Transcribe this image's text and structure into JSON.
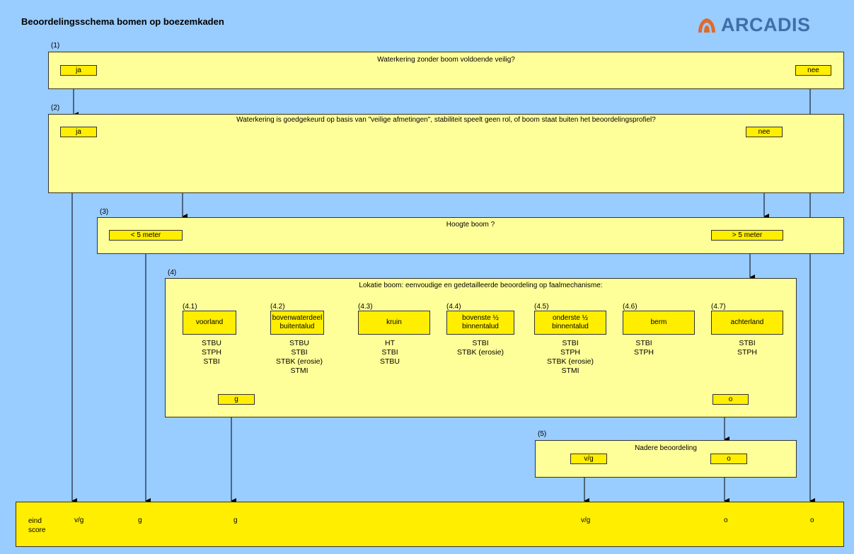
{
  "title": "Beoordelingsschema bomen op boezemkaden",
  "logo": {
    "text": "ARCADIS",
    "icon": "arcadis-logo-icon",
    "color": "#3e6fa8"
  },
  "colors": {
    "background": "#99ccff",
    "panel": "#ffff99",
    "tag": "#ffee00"
  },
  "step1": {
    "num": "(1)",
    "question": "Waterkering zonder boom voldoende veilig?",
    "yes": "ja",
    "no": "nee"
  },
  "step2": {
    "num": "(2)",
    "question": "Waterkering is goedgekeurd op basis van \"veilige afmetingen\", stabiliteit speelt geen rol, of boom staat buiten het beoordelingsprofiel?",
    "yes": "ja",
    "no": "nee"
  },
  "step3": {
    "num": "(3)",
    "question": "Hoogte boom ?",
    "low": "< 5 meter",
    "high": "> 5 meter"
  },
  "step4": {
    "num": "(4)",
    "question": "Lokatie boom: eenvoudige en gedetailleerde beoordeling op faalmechanisme:",
    "locations": [
      {
        "num": "(4.1)",
        "line1": "voorland",
        "line2": "",
        "codes": [
          "STBU",
          "STPH",
          "STBI"
        ]
      },
      {
        "num": "(4.2)",
        "line1": "bovenwaterdeel",
        "line2": "buitentalud",
        "codes": [
          "STBU",
          "STBI",
          "STBK (erosie)",
          "STMI"
        ]
      },
      {
        "num": "(4.3)",
        "line1": "kruin",
        "line2": "",
        "codes": [
          "HT",
          "STBI",
          "STBU"
        ]
      },
      {
        "num": "(4.4)",
        "line1": "bovenste ½",
        "line2": "binnentalud",
        "codes": [
          "STBI",
          "STBK (erosie)"
        ]
      },
      {
        "num": "(4.5)",
        "line1": "onderste ½",
        "line2": "binnentalud",
        "codes": [
          "STBI",
          "STPH",
          "STBK (erosie)",
          "STMI"
        ]
      },
      {
        "num": "(4.6)",
        "line1": "berm",
        "line2": "",
        "codes": [
          "STBI",
          "STPH"
        ]
      },
      {
        "num": "(4.7)",
        "line1": "achterland",
        "line2": "",
        "codes": [
          "STBI",
          "STPH"
        ]
      }
    ],
    "result_g": "g",
    "result_o": "o"
  },
  "step5": {
    "num": "(5)",
    "question": "Nadere beoordeling",
    "vg": "v/g",
    "o": "o"
  },
  "final": {
    "label_line1": "eind",
    "label_line2": "score",
    "scores": [
      "v/g",
      "g",
      "g",
      "v/g",
      "o",
      "o"
    ]
  }
}
